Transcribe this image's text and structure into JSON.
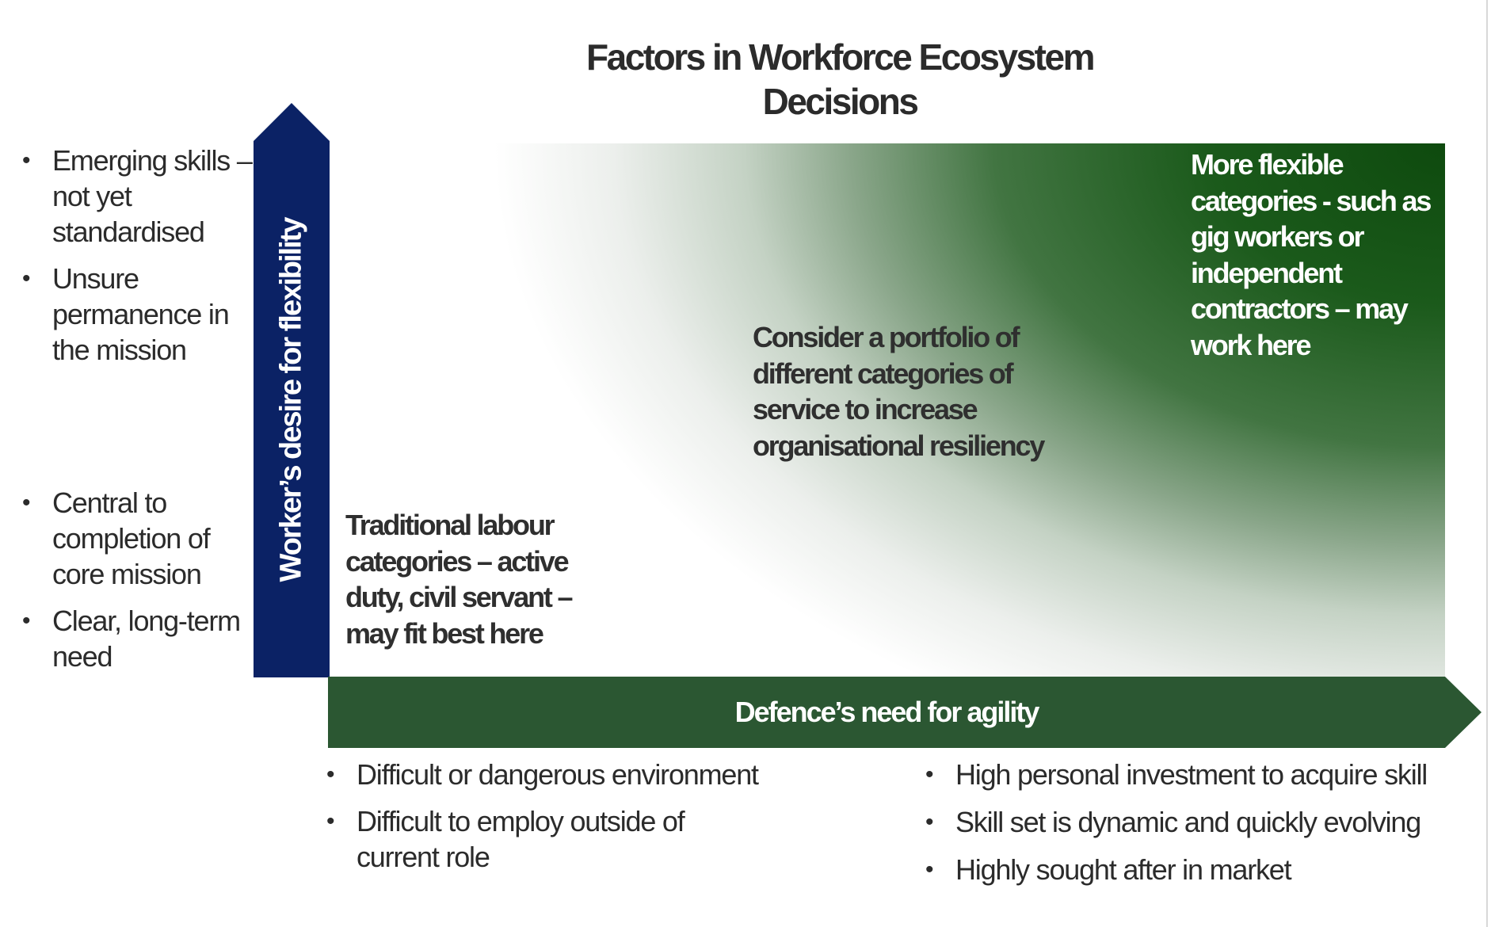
{
  "title": "Factors in Workforce Ecosystem Decisions",
  "axes": {
    "vertical": {
      "label": "Worker’s desire for flexibility",
      "color": "#0b2265"
    },
    "horizontal": {
      "label": "Defence’s need for agility",
      "color": "#2b5732"
    }
  },
  "left_factors": {
    "high": [
      "Emerging skills – not yet standardised",
      "Unsure permanence in the mission"
    ],
    "low": [
      "Central to completion of core mission",
      "Clear, long-term need"
    ]
  },
  "bottom_factors": {
    "low": [
      "Difficult or dangerous environment",
      "Difficult to employ outside of current role"
    ],
    "high": [
      "High personal investment to acquire skill",
      "Skill set is dynamic and quickly evolving",
      "Highly sought after in market"
    ]
  },
  "zones": {
    "low": "Traditional labour categories – active duty, civil servant – may fit best here",
    "mid": "Consider a portfolio of different categories of service to increase organisational resiliency",
    "high": "More flexible categories  - such as gig workers or independent contractors – may work  here"
  },
  "gradient_colors": {
    "start": "#ffffff",
    "end": "#0e4a0e"
  }
}
